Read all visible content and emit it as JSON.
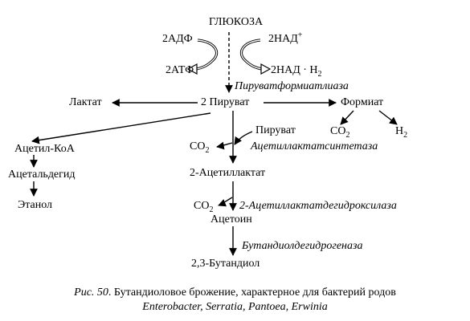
{
  "nodes": {
    "glucose": "ГЛЮКОЗА",
    "adp": "2АДФ",
    "nad_plus": "2НАД",
    "nad_plus_sup": "+",
    "atp": "2АТФ",
    "nadh": "2НАД · Н",
    "nadh_sub": "2",
    "pyruvate_2": "2 Пируват",
    "lactate": "Лактат",
    "formate": "Формиат",
    "co2_formate": "CO",
    "co2_formate_sub": "2",
    "h2": "H",
    "h2_sub": "2",
    "acetyl_coa": "Ацетил-КоА",
    "acetaldehyde": "Ацетальдегид",
    "ethanol": "Этанол",
    "pyruvate_side": "Пируват",
    "co2_acetolactate": "CO",
    "co2_acetolactate_sub": "2",
    "acetolactate": "2-Ацетиллактат",
    "co2_acetoin": "CO",
    "co2_acetoin_sub": "2",
    "acetoin": "Ацетоин",
    "butanediol": "2,3-Бутандиол"
  },
  "enzymes": {
    "pyruvate_formate_lyase": "Пируватформиатлиаза",
    "acetolactate_synthase": "Ацетиллактатсинтетаза",
    "acetolactate_decarboxylase": "2-Ацетиллактатдегидроксилаза",
    "butanediol_dehydrogenase": "Бутандиолдегидрогеназа"
  },
  "caption": {
    "figure_label": "Рис. 50",
    "title": ". Бутандиоловое брожение, характерное для бактерий родов",
    "genera": "Enterobacter, Serratia, Pantoea, Erwinia"
  }
}
